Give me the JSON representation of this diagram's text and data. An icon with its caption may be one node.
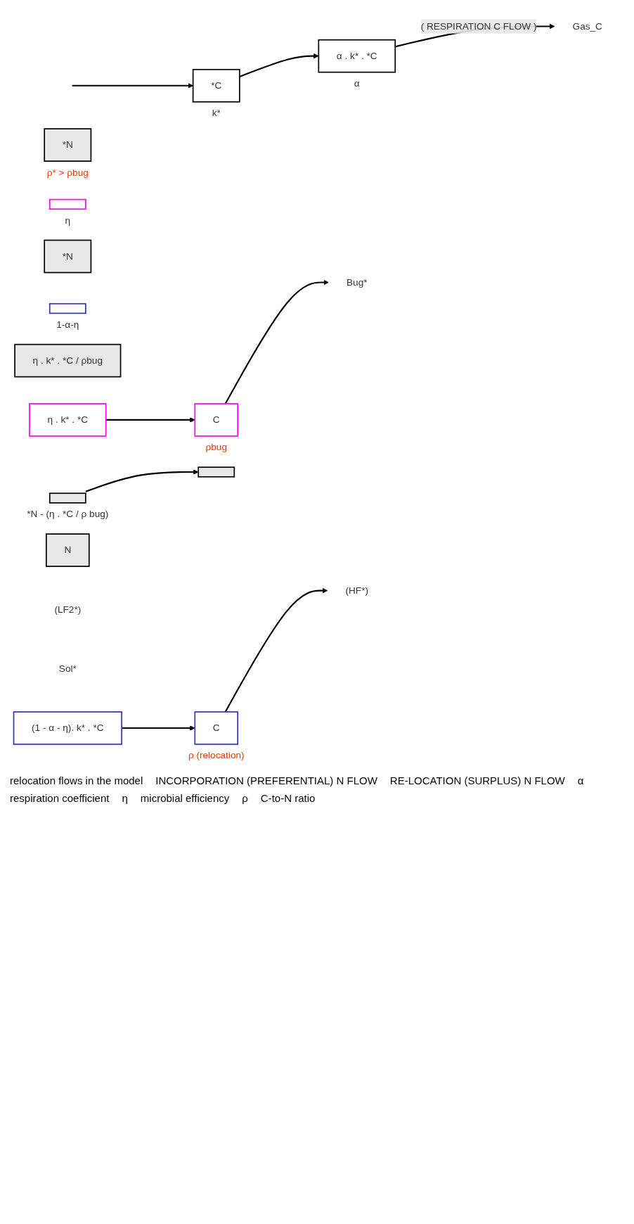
{
  "diagram": {
    "nodes": [
      {
        "text": [
          "*C"
        ],
        "beside": [
          "k*"
        ]
      },
      {
        "text": [
          "*N"
        ],
        "beside": [
          "ρ* > ρbug"
        ]
      },
      {
        "text": [
          "α . k* . *C"
        ],
        "beside": [
          "α"
        ]
      },
      {
        "text": [],
        "shape": "bar",
        "beside": [
          "η"
        ]
      },
      {
        "text": [],
        "shape": "bar",
        "beside": [
          "1-α-η"
        ]
      },
      {
        "text": [
          "*N"
        ]
      },
      {
        "text": [
          "η . k* . *C"
        ]
      },
      {
        "text": [
          "η . k* . *C / ρbug"
        ]
      },
      {
        "text": [
          "(1 - α - η). k* . *C"
        ]
      },
      {
        "text": [],
        "shape": "bar",
        "beside": [
          "*N - (η . *C / ρ bug)"
        ]
      },
      {
        "text": [
          "C"
        ],
        "beside": [
          "ρbug"
        ]
      },
      {
        "text": [
          "N"
        ]
      },
      {
        "text": [
          "C"
        ],
        "beside": [
          "ρ (relocation)"
        ]
      },
      {
        "text": [],
        "shape": "bar"
      },
      {
        "text": [
          "Gas_C"
        ]
      },
      {
        "text": [
          "Bug*"
        ]
      },
      {
        "text": [
          "(LF2*)"
        ]
      },
      {
        "text": [
          "(HF*)"
        ]
      },
      {
        "text": [
          "Sol*"
        ]
      }
    ],
    "edges": [
      {
        "from": null,
        "to": 0,
        "arrow": "to"
      },
      {
        "from": 0,
        "to": 2,
        "arrow": "to"
      },
      {
        "from": 2,
        "to": 14,
        "arrow": "to",
        "label": "( RESPIRATION C FLOW )"
      },
      {
        "from": 6,
        "to": 10,
        "arrow": "to"
      },
      {
        "from": 8,
        "to": 12,
        "arrow": "to"
      },
      {
        "from": 9,
        "to": 13,
        "arrow": "to"
      },
      {
        "from": 10,
        "to": 15,
        "arrow": "to"
      },
      {
        "from": 12,
        "to": 17,
        "arrow": "to"
      }
    ],
    "labels": [
      "relocation flows in the model",
      "INCORPORATION (PREFERENTIAL) N FLOW",
      "RE-LOCATION (SURPLUS) N FLOW",
      "α",
      "respiration coefficient",
      "η",
      "microbial efficiency",
      "ρ",
      "C-to-N ratio"
    ]
  }
}
